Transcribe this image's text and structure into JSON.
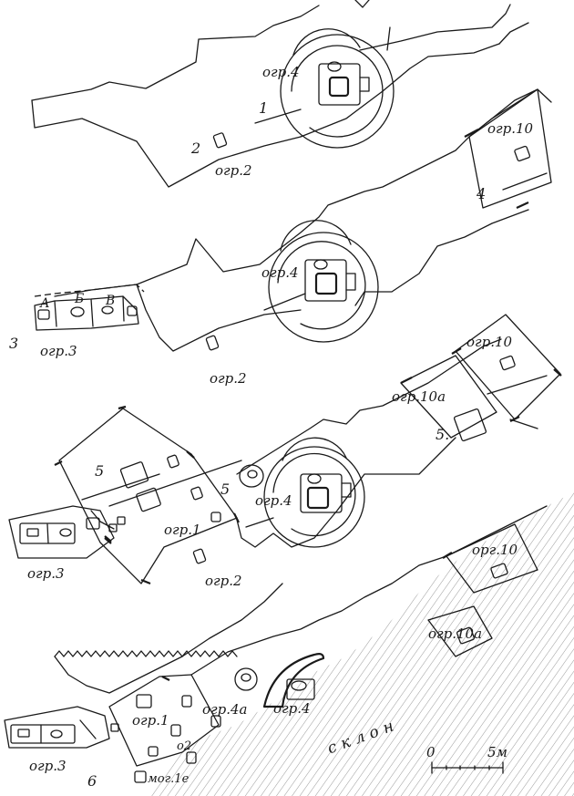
{
  "labels": {
    "fence_4": "огр.4",
    "fence_2": "огр.2",
    "fence_10": "огр.10",
    "fence_10_alt": "орг.10",
    "fence_3": "огр.3",
    "fence_1": "огр.1",
    "fence_10a": "огр.10а",
    "fence_4a": "огр.4а",
    "letter_a": "А",
    "letter_b": "Б",
    "letter_v": "В",
    "grave_1e": "мог.1е",
    "o2": "о2",
    "slope": "склон"
  },
  "numbers": {
    "n1": "1",
    "n2": "2",
    "n3": "3",
    "n4": "4",
    "n5": "5",
    "n5_dot": "5.",
    "n6": "6"
  },
  "scale": {
    "start": "0",
    "end": "5м"
  }
}
